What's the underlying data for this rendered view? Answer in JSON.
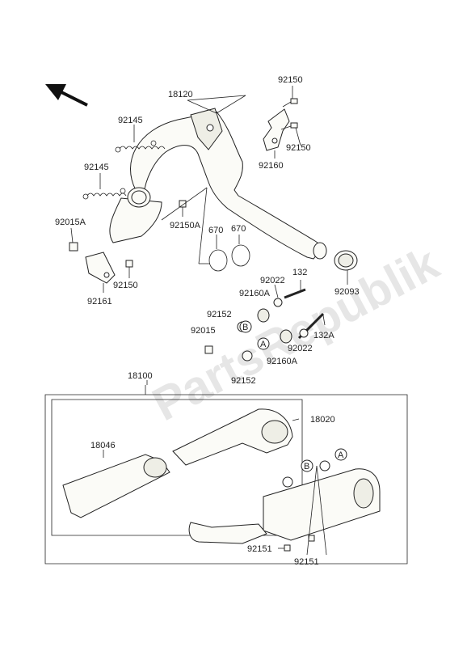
{
  "watermark": "PartsRepublik",
  "labels": {
    "p18120": "18120",
    "p92150_top": "92150",
    "p92150_mid": "92150",
    "p92160": "92160",
    "p92145_a": "92145",
    "p92145_b": "92145",
    "p92015A": "92015A",
    "p92150A": "92150A",
    "p670_a": "670",
    "p670_b": "670",
    "p92150_left": "92150",
    "p92161": "92161",
    "p92022_a": "92022",
    "p132": "132",
    "p92093": "92093",
    "p92160A_a": "92160A",
    "p92152_a": "92152",
    "p92015": "92015",
    "p132A": "132A",
    "p92022_b": "92022",
    "p92160A_b": "92160A",
    "p92152_b": "92152",
    "p18100": "18100",
    "p18020": "18020",
    "p18046": "18046",
    "p92151_a": "92151",
    "p92151_b": "92151",
    "callout_a1": "A",
    "callout_b1": "B",
    "callout_a2": "A",
    "callout_b2": "B"
  }
}
